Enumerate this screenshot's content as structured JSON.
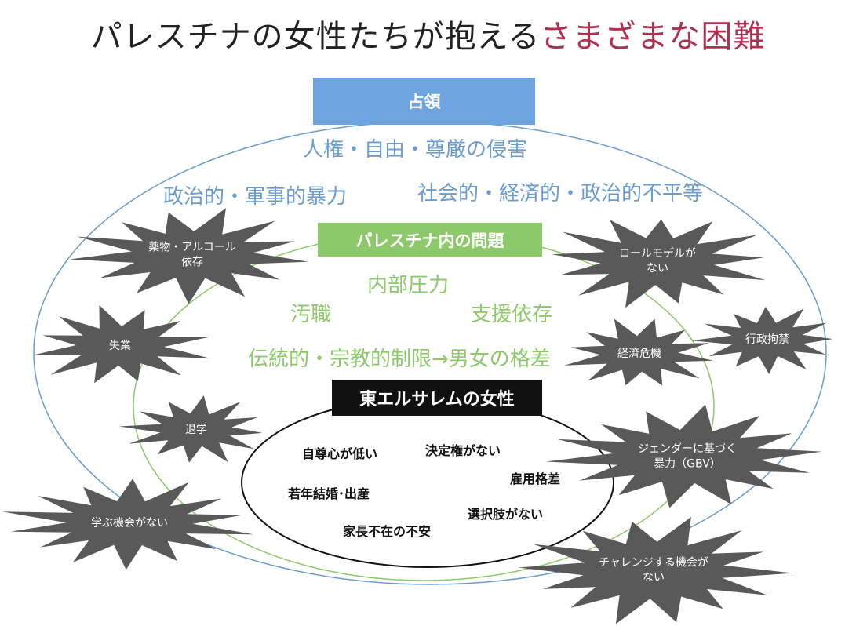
{
  "title": {
    "main": "パレスチナの女性たちが抱える",
    "accent": "さまざまな困難",
    "accent_color": "#b03050"
  },
  "occupation": {
    "header": "占領",
    "header_color": "#6ea5e0",
    "items": [
      "人権・自由・尊厳の侵害",
      "政治的・軍事的暴力",
      "社会的・経済的・政治的不平等"
    ]
  },
  "internal": {
    "header": "パレスチナ内の問題",
    "header_color": "#8dc86b",
    "items": [
      "内部圧力",
      "汚職",
      "支援依存",
      "伝統的・宗教的制限→男女の格差"
    ]
  },
  "east_jerusalem": {
    "header": "東エルサレムの女性",
    "items": [
      "自尊心が低い",
      "決定権がない",
      "雇用格差",
      "若年結婚･出産",
      "選択肢がない",
      "家長不在の不安"
    ]
  },
  "bursts": [
    {
      "lines": [
        "薬物・アルコール",
        "依存"
      ]
    },
    {
      "lines": [
        "ロールモデルが",
        "ない"
      ]
    },
    {
      "lines": [
        "失業"
      ]
    },
    {
      "lines": [
        "経済危機"
      ]
    },
    {
      "lines": [
        "行政拘禁"
      ]
    },
    {
      "lines": [
        "退学"
      ]
    },
    {
      "lines": [
        "ジェンダーに基づく",
        "暴力（GBV）"
      ]
    },
    {
      "lines": [
        "学ぶ機会がない"
      ]
    },
    {
      "lines": [
        "チャレンジする機会が",
        "ない"
      ]
    }
  ],
  "colors": {
    "outer_ellipse": "#6a9ccf",
    "middle_ellipse": "#8dc86b",
    "burst_fill": "#595959",
    "burst_text": "#ffffff"
  }
}
